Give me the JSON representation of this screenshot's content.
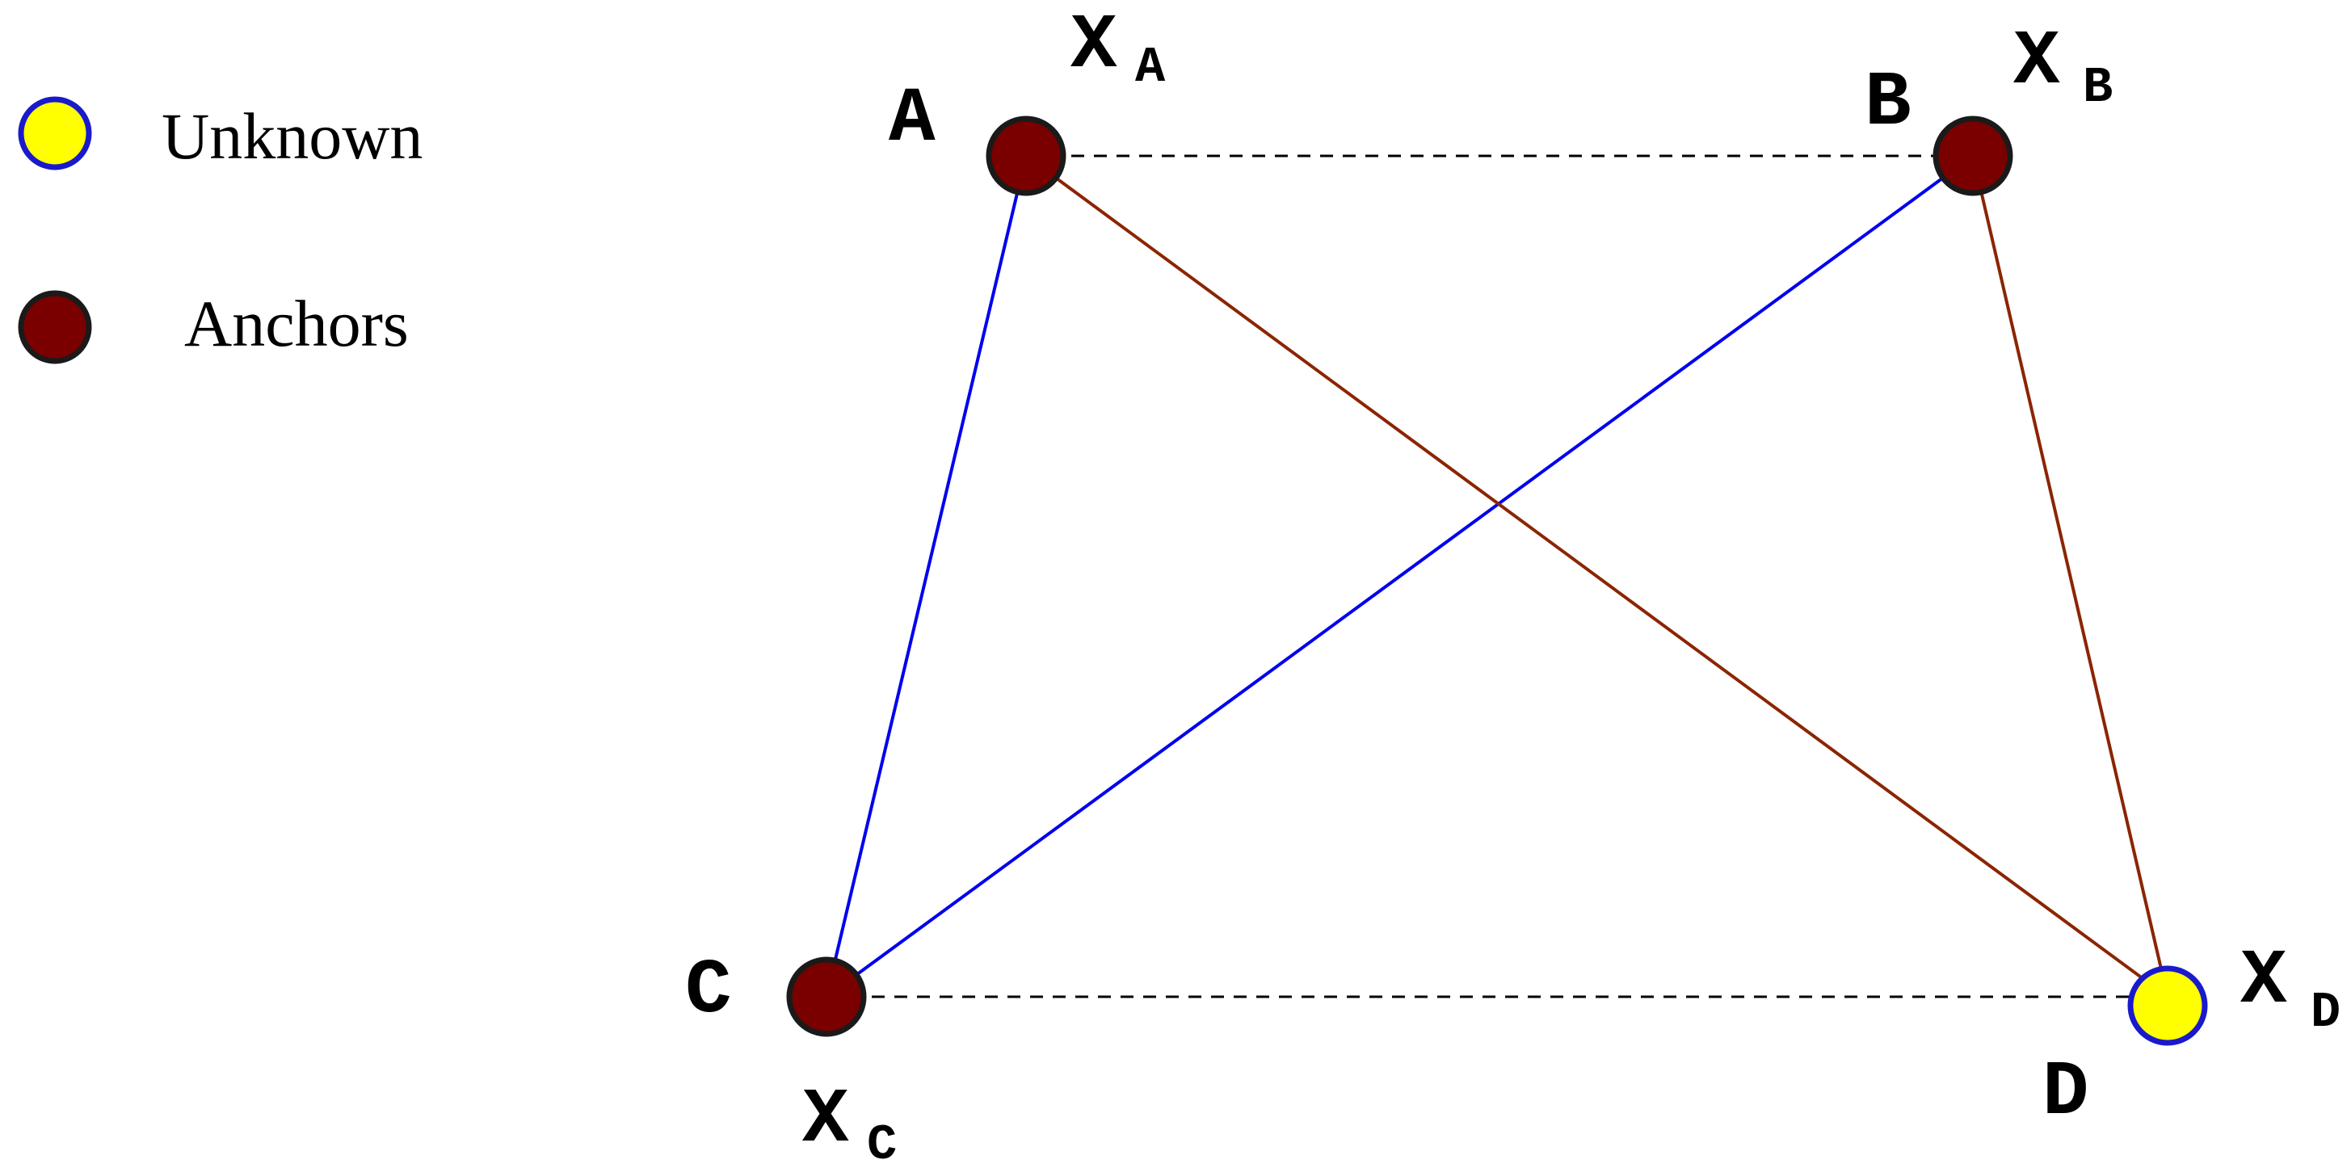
{
  "legend": {
    "items": [
      {
        "label": "Unknown",
        "fill": "#ffff00",
        "stroke": "#1a1acc"
      },
      {
        "label": "Anchors",
        "fill": "#7a0000",
        "stroke": "#1a1a1a"
      }
    ]
  },
  "nodes": {
    "A": {
      "label": "A",
      "coord_main": "X",
      "coord_sub": "A",
      "role": "anchor"
    },
    "B": {
      "label": "B",
      "coord_main": "X",
      "coord_sub": "B",
      "role": "anchor"
    },
    "C": {
      "label": "C",
      "coord_main": "X",
      "coord_sub": "C",
      "role": "anchor"
    },
    "D": {
      "label": "D",
      "coord_main": "X",
      "coord_sub": "D",
      "role": "unknown"
    }
  },
  "edges": [
    {
      "from": "A",
      "to": "B",
      "style": "dashed",
      "color": "#000000"
    },
    {
      "from": "C",
      "to": "D",
      "style": "dashed",
      "color": "#000000"
    },
    {
      "from": "A",
      "to": "C",
      "style": "solid",
      "color": "#0000ee"
    },
    {
      "from": "B",
      "to": "C",
      "style": "solid",
      "color": "#0000ee"
    },
    {
      "from": "A",
      "to": "D",
      "style": "solid",
      "color": "#8b2500"
    },
    {
      "from": "B",
      "to": "D",
      "style": "solid",
      "color": "#8b2500"
    }
  ],
  "colors": {
    "anchor_fill": "#7a0000",
    "anchor_stroke": "#1a1a1a",
    "unknown_fill": "#ffff00",
    "unknown_stroke": "#1a1acc",
    "blue_edge": "#0000ee",
    "brown_edge": "#8b2500"
  }
}
